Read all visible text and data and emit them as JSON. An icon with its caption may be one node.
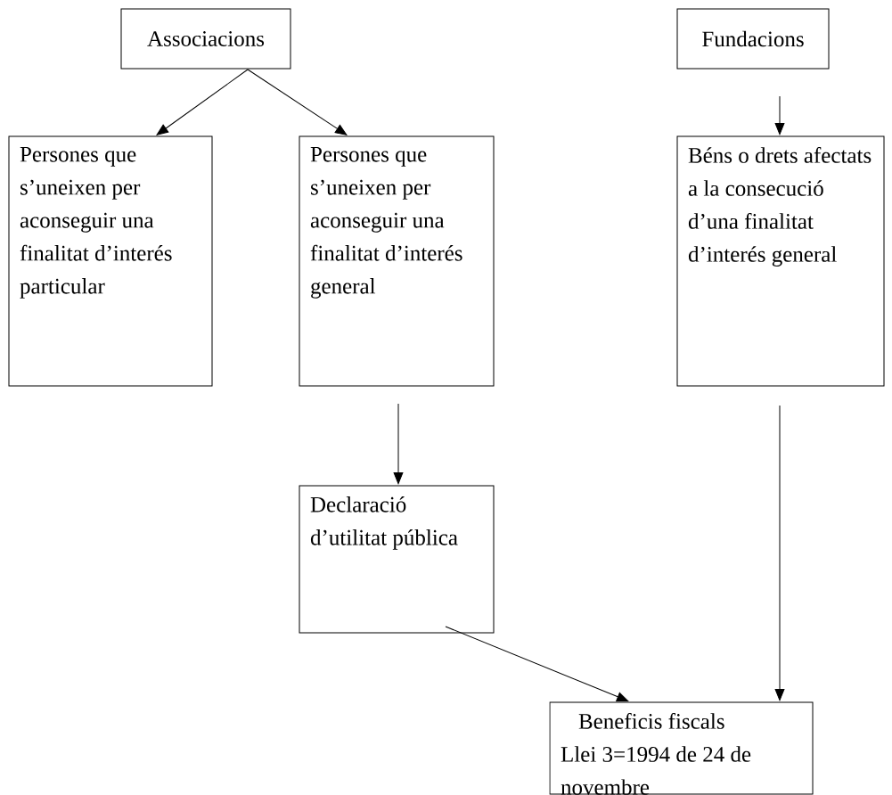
{
  "diagram": {
    "nodes": [
      {
        "text": [
          "Associacions"
        ]
      },
      {
        "text": [
          "Fundacions"
        ]
      },
      {
        "text": [
          "Persones que s’uneixen per aconseguir una finalitat d’interés particular"
        ]
      },
      {
        "text": [
          "Persones que s’uneixen per aconseguir una finalitat d’interés general"
        ]
      },
      {
        "text": [
          "Béns o drets afectats a la consecució d’una finalitat d’interés general"
        ]
      },
      {
        "text": [
          "Declaració d’utilitat pública"
        ]
      },
      {
        "text": [
          "Beneficis fiscals",
          "Llei 3=1994 de 24 de novembre"
        ]
      }
    ],
    "edges": [
      {
        "from": 0,
        "to": 2,
        "arrow": "to"
      },
      {
        "from": 0,
        "to": 3,
        "arrow": "to"
      },
      {
        "from": 1,
        "to": 4,
        "arrow": "to"
      },
      {
        "from": 3,
        "to": 5,
        "arrow": "to"
      },
      {
        "from": 5,
        "to": 6,
        "arrow": "to"
      },
      {
        "from": 4,
        "to": 6,
        "arrow": "to"
      }
    ]
  }
}
